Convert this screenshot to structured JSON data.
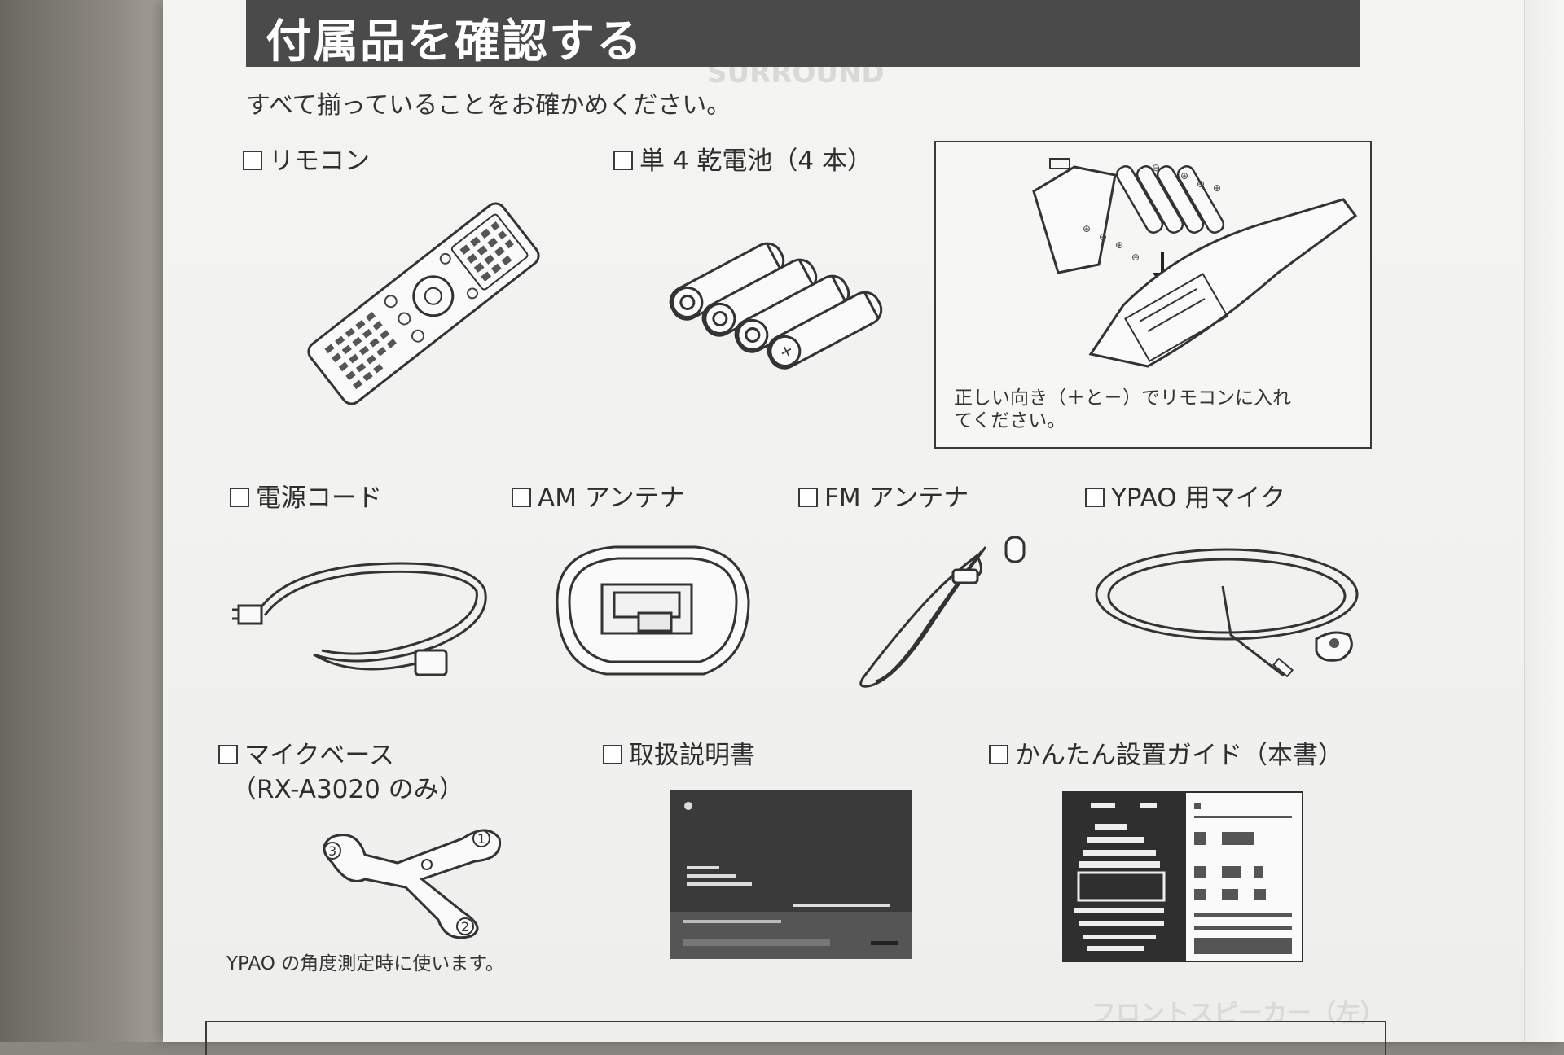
{
  "header": {
    "title": "付属品を確認する"
  },
  "intro": "すべて揃っていることをお確かめください。",
  "items": {
    "remote": "リモコン",
    "batteries": "単 4 乾電池（4 本）",
    "power_cord": "電源コード",
    "am_antenna": "AM アンテナ",
    "fm_antenna": "FM アンテナ",
    "ypao_mic": "YPAO 用マイク",
    "mic_base": "マイクベース",
    "mic_base_note": "（RX-A3020 のみ）",
    "manual": "取扱説明書",
    "quick_guide": "かんたん設置ガイド（本書）"
  },
  "callout": {
    "line1": "正しい向き（＋と－）でリモコンに入れ",
    "line2": "てください。"
  },
  "mic_base_caption": "YPAO の角度測定時に使います。",
  "background_faint": {
    "line1": "SURROUND",
    "line2": "フロントスピーカー（左）"
  }
}
